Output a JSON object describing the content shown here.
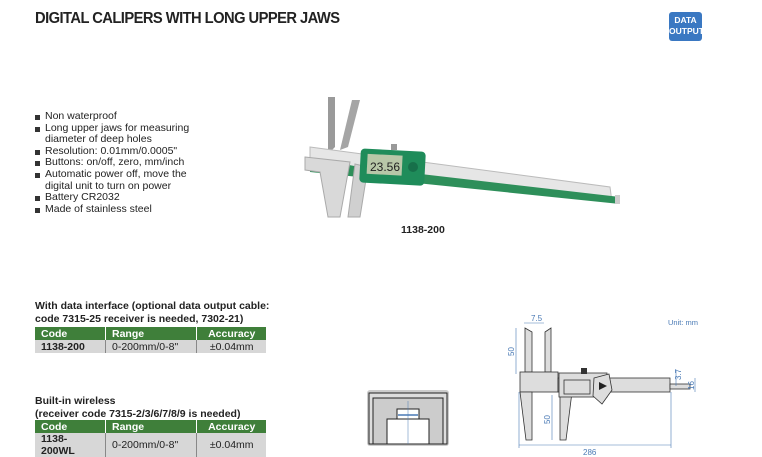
{
  "title": "DIGITAL CALIPERS WITH LONG UPPER JAWS",
  "badge": {
    "line1": "DATA",
    "line2": "OUTPUT",
    "color": "#3a78c2"
  },
  "features": [
    "Non waterproof",
    "Long upper jaws for measuring diameter of deep holes",
    "Resolution: 0.01mm/0.0005\"",
    "Buttons: on/off, zero, mm/inch",
    "Automatic power off, move the digital unit to turn on power",
    "Battery CR2032",
    "Made of stainless steel"
  ],
  "product": {
    "caption": "1138-200",
    "display": "23.56"
  },
  "table1": {
    "heading_line1": "With data interface (optional data output cable:",
    "heading_line2": "code 7315-25 receiver is needed, 7302-21)",
    "headers": [
      "Code",
      "Range",
      "Accuracy"
    ],
    "rows": [
      [
        "1138-200",
        "0-200mm/0-8\"",
        "±0.04mm"
      ]
    ]
  },
  "table2": {
    "heading_line1": "Built-in wireless",
    "heading_line2": "(receiver code 7315-2/3/6/7/8/9 is needed)",
    "headers": [
      "Code",
      "Range",
      "Accuracy"
    ],
    "rows": [
      [
        "1138-200WL",
        "0-200mm/0-8\"",
        "±0.04mm"
      ]
    ]
  },
  "drawing": {
    "unit": "Unit: mm",
    "dims": {
      "jaw_width": "7.5",
      "upper_jaw": "50",
      "lower_jaw": "50",
      "depth_rod": "3.7",
      "beam": "16",
      "length": "286"
    }
  },
  "colors": {
    "green": "#3f7f3a",
    "blue": "#3a78c2",
    "dim": "#4a7ab5"
  }
}
